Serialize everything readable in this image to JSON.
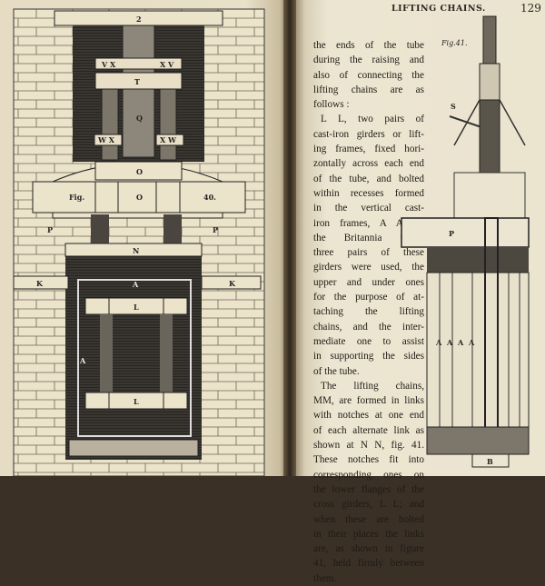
{
  "left_page": {
    "figure": {
      "caption_left": "Fig.",
      "caption_right": "40.",
      "labels": {
        "top": "2",
        "vx_left": "V X",
        "xv_right": "X V",
        "t": "T",
        "q": "Q",
        "wx_left": "W X",
        "xw_right": "X W",
        "o_upper": "O",
        "o_lower": "O",
        "p_left": "P",
        "p_right": "P",
        "n": "N",
        "k_left": "K",
        "k_right": "K",
        "a_top": "A",
        "a_side": "A",
        "l_upper": "L",
        "l_lower": "L"
      }
    }
  },
  "right_page": {
    "running_head": "LIFTING CHAINS.",
    "page_number": "129",
    "lines": [
      "the ends of the tube",
      "during the raising and",
      "also of connecting the",
      "lifting chains are as",
      "follows :",
      "L L, two pairs of",
      "cast-iron girders or lift-",
      "ing frames, fixed hori-",
      "zontally across each end",
      "of the tube, and bolted",
      "within recesses formed",
      "in the vertical cast-",
      "iron frames, A A. In",
      "the Britannia tubes,",
      "three pairs of these",
      "girders were used, the",
      "upper and under ones",
      "for the purpose of at-",
      "taching the lifting",
      "chains, and the inter-",
      "mediate one to assist",
      "in supporting the sides",
      "of the tube.",
      "The lifting chains,",
      "MM, are formed in links",
      "with notches at one end",
      "of each alternate link as",
      "shown at N N, fig. 41.",
      "These notches fit into",
      "corresponding ones on",
      "the lower flanges of the",
      "cross girders, L L; and",
      "when these are bolted",
      "in their places the links",
      "are, as shown in figure",
      "41, held firmly between",
      "them."
    ],
    "figure": {
      "caption": "Fig.41.",
      "labels": {
        "p": "P",
        "a1": "A",
        "a2": "A",
        "a3": "A",
        "a4": "A",
        "s": "S",
        "b": "B"
      }
    }
  }
}
